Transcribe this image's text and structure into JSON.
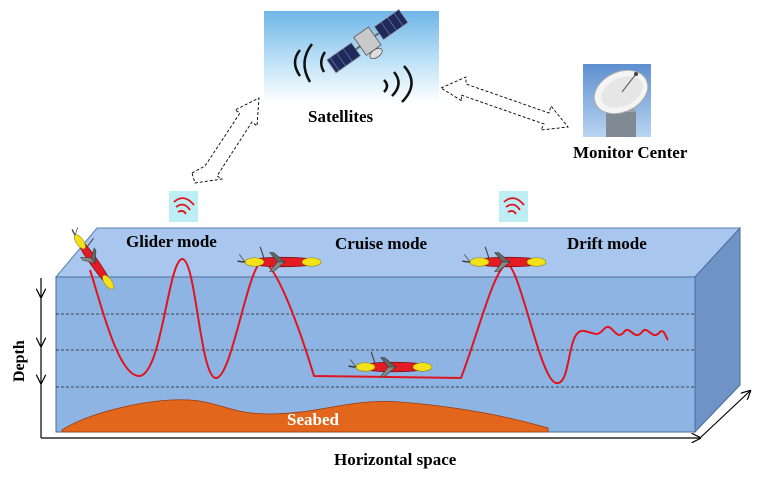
{
  "labels": {
    "satellites": "Satellites",
    "monitor_center": "Monitor Center",
    "glider_mode": "Glider mode",
    "cruise_mode": "Cruise mode",
    "drift_mode": "Drift mode",
    "depth": "Depth",
    "seabed": "Seabed",
    "horizontal_space": "Horizontal space"
  },
  "colors": {
    "ocean_front": "#8eb4e3",
    "ocean_top": "#a9c7ee",
    "ocean_side": "#6f93c4",
    "trajectory": "#e0141e",
    "seabed": "#e2661c",
    "vehicle_body": "#e31b23",
    "vehicle_wing": "#f3e21a"
  },
  "icons": [
    "satellite-icon",
    "satellite-dish-icon",
    "signal-wave-icon",
    "underwater-glider-icon",
    "double-arrow-icon"
  ]
}
